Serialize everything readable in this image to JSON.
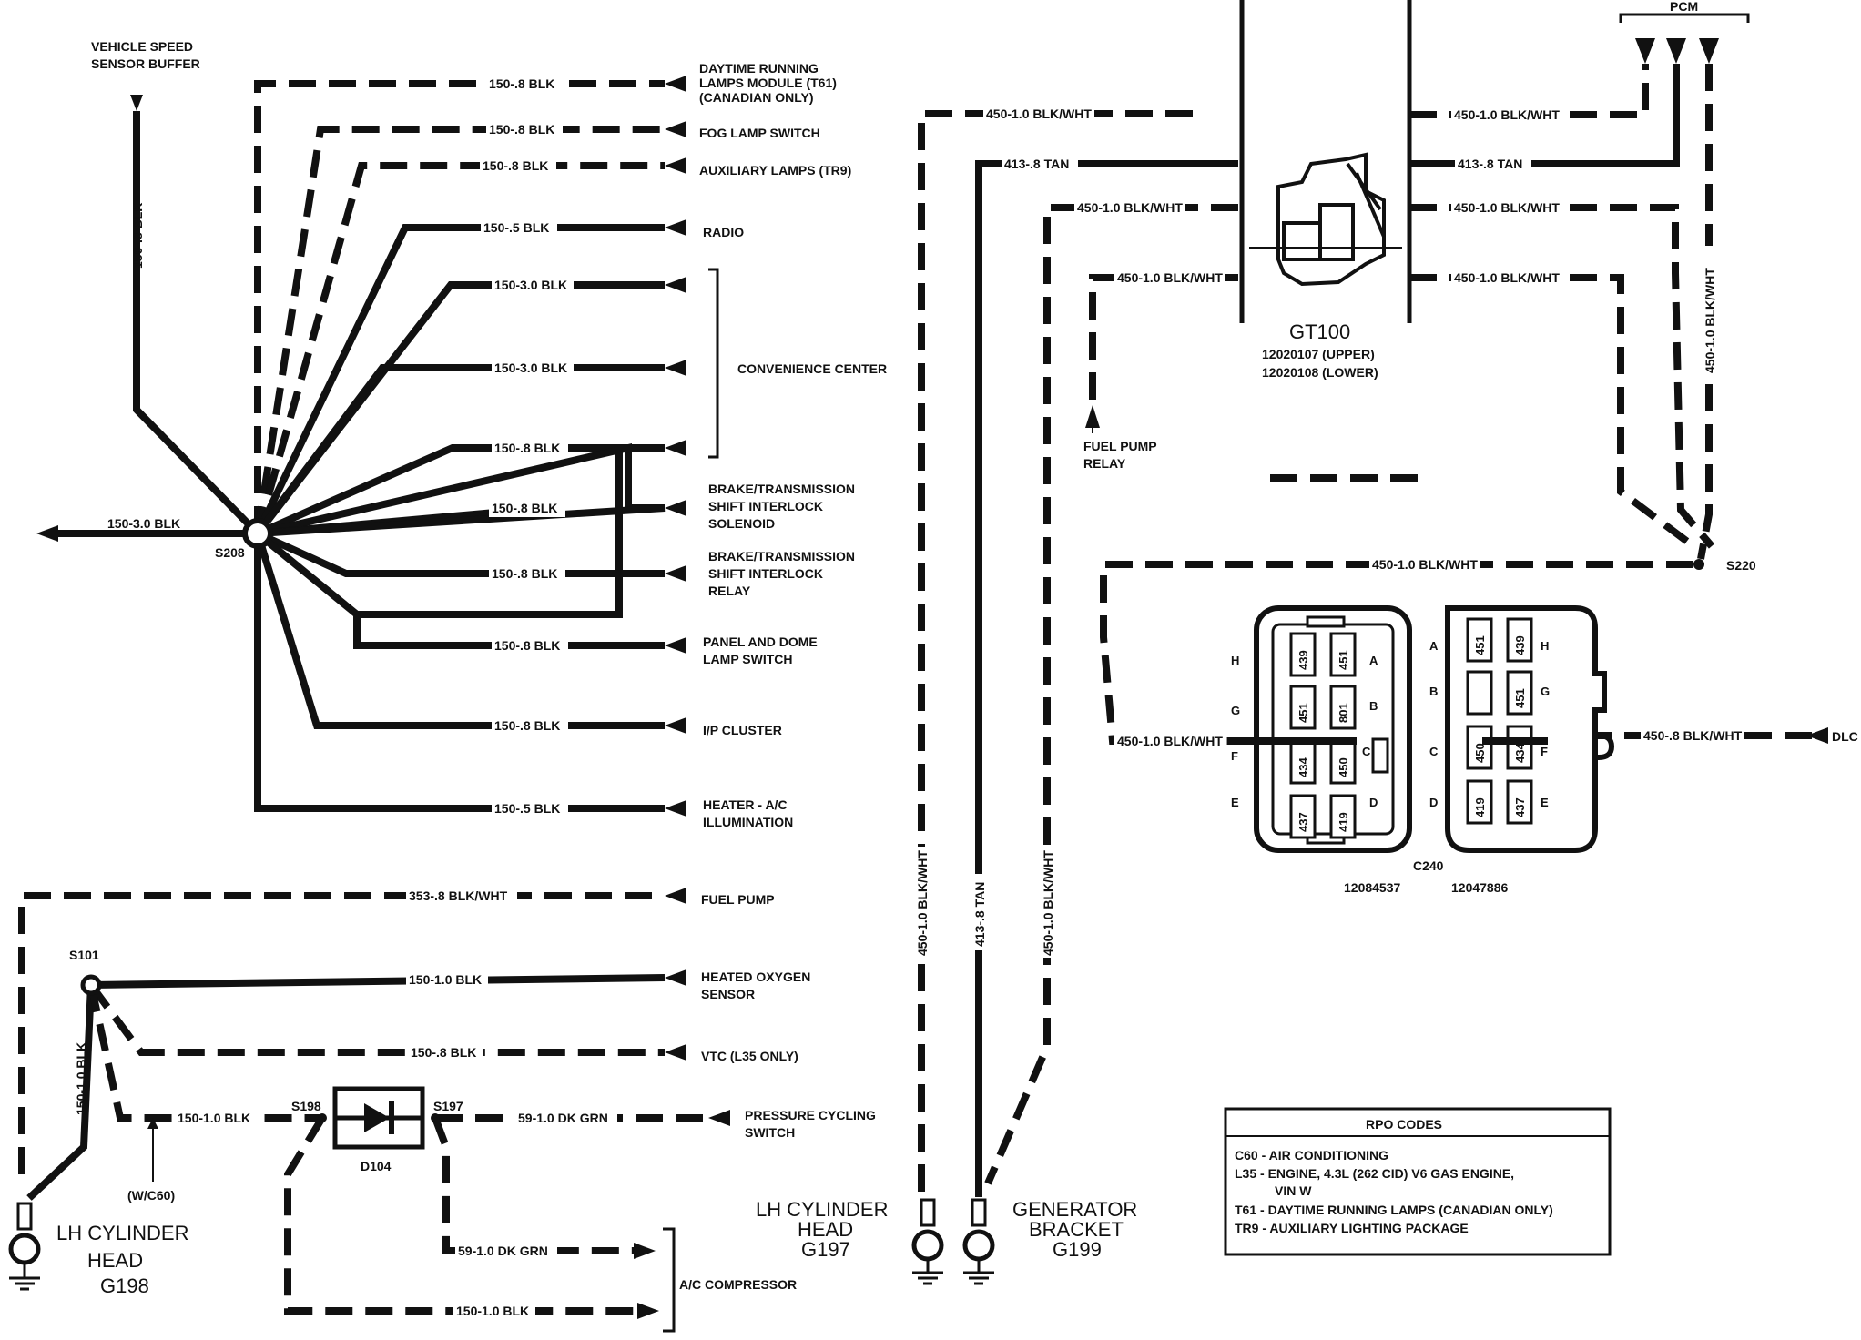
{
  "left": {
    "vss_buffer": [
      "VEHICLE SPEED",
      "SENSOR BUFFER"
    ],
    "vss_wire": "150-.8 BLK",
    "splice": "S208",
    "main_out_wire": "150-3.0 BLK",
    "circuits": [
      {
        "wire": "150-.8 BLK",
        "dest": [
          "DAYTIME RUNNING",
          "LAMPS MODULE (T61)",
          "(CANADIAN ONLY)"
        ]
      },
      {
        "wire": "150-.8 BLK",
        "dest": [
          "FOG LAMP SWITCH"
        ]
      },
      {
        "wire": "150-.8 BLK",
        "dest": [
          "AUXILIARY LAMPS (TR9)"
        ]
      },
      {
        "wire": "150-.5 BLK",
        "dest": [
          "RADIO"
        ]
      },
      {
        "wire": "150-3.0 BLK",
        "dest": []
      },
      {
        "wire": "150-3.0 BLK",
        "dest": []
      },
      {
        "wire": "150-.8 BLK",
        "dest": []
      },
      {
        "wire": "150-.8 BLK",
        "dest": [
          "BRAKE/TRANSMISSION",
          "SHIFT INTERLOCK",
          "SOLENOID"
        ]
      },
      {
        "wire": "150-.8 BLK",
        "dest": [
          "BRAKE/TRANSMISSION",
          "SHIFT INTERLOCK",
          "RELAY"
        ]
      },
      {
        "wire": "150-.8 BLK",
        "dest": [
          "PANEL AND DOME",
          "LAMP SWITCH"
        ]
      },
      {
        "wire": "150-.8 BLK",
        "dest": [
          "I/P CLUSTER"
        ]
      },
      {
        "wire": "150-.5 BLK",
        "dest": [
          "HEATER - A/C",
          "ILLUMINATION"
        ]
      }
    ],
    "convenience_center": "CONVENIENCE CENTER"
  },
  "lower_left": {
    "fuel_pump_wire": "353-.8 BLK/WHT",
    "fuel_pump": "FUEL PUMP",
    "splice": "S101",
    "ho2s_wire": "150-1.0 BLK",
    "ho2s": [
      "HEATED OXYGEN",
      "SENSOR"
    ],
    "vtc_wire": "150-.8 BLK",
    "vtc": "VTC (L35 ONLY)",
    "ground_wire": "150-1.0 BLK",
    "s198": "S198",
    "s198_wire": "150-1.0 BLK",
    "w_c60": "(W/C60)",
    "s197": "S197",
    "diode": "D104",
    "pcs_wire": "59-1.0 DK GRN",
    "pcs": [
      "PRESSURE CYCLING",
      "SWITCH"
    ],
    "ac_wire1": "59-1.0 DK GRN",
    "ac_wire2": "150-1.0 BLK",
    "ac_comp": "A/C COMPRESSOR",
    "ground": [
      "LH CYLINDER",
      "HEAD",
      "G198"
    ]
  },
  "center": {
    "wire_450_top": "450-1.0 BLK/WHT",
    "wire_413_top": "413-.8 TAN",
    "wire_450_mid": "450-1.0 BLK/WHT",
    "wire_450_low": "450-1.0 BLK/WHT",
    "fuel_pump_relay": [
      "FUEL PUMP",
      "RELAY"
    ],
    "vert_450_a": "450-1.0 BLK/WHT",
    "vert_413": "413-.8 TAN",
    "vert_450_b": "450-1.0 BLK/WHT",
    "ground_g197": [
      "LH CYLINDER",
      "HEAD",
      "G197"
    ],
    "ground_g199": [
      "GENERATOR",
      "BRACKET",
      "G199"
    ]
  },
  "gt100": {
    "name": "GT100",
    "upper": "12020107 (UPPER)",
    "lower": "12020108 (LOWER)"
  },
  "right": {
    "pcm": "PCM",
    "wire_r1": "450-1.0 BLK/WHT",
    "wire_r2": "413-.8 TAN",
    "wire_r3": "450-1.0 BLK/WHT",
    "wire_r4": "450-1.0 BLK/WHT",
    "vert_wire": "450-1.0 BLK/WHT",
    "splice": "S220",
    "s220_wire": "450-1.0 BLK/WHT",
    "c240_in_wire": "450-1.0 BLK/WHT",
    "dlc_wire": "450-.8 BLK/WHT",
    "dlc": "DLC",
    "connector": "C240",
    "conn_left_pn": "12084537",
    "conn_right_pn": "12047886",
    "left_rows": [
      "H",
      "G",
      "F",
      "E"
    ],
    "left_cols": [
      "A",
      "B",
      "C",
      "D"
    ],
    "left_pins": [
      "439",
      "451",
      "451",
      "801",
      "434",
      "450",
      "437",
      "419"
    ],
    "right_rows": [
      "A",
      "B",
      "C",
      "D"
    ],
    "right_cols": [
      "H",
      "G",
      "F",
      "E"
    ],
    "right_pins": [
      "451",
      "439",
      "",
      "451",
      "450",
      "434",
      "419",
      "437"
    ]
  },
  "rpo": {
    "title": "RPO CODES",
    "lines": [
      "C60 - AIR CONDITIONING",
      "L35 - ENGINE, 4.3L (262 CID) V6 GAS ENGINE,",
      "VIN W",
      "T61 - DAYTIME RUNNING LAMPS (CANADIAN ONLY)",
      "TR9 - AUXILIARY LIGHTING PACKAGE"
    ]
  }
}
